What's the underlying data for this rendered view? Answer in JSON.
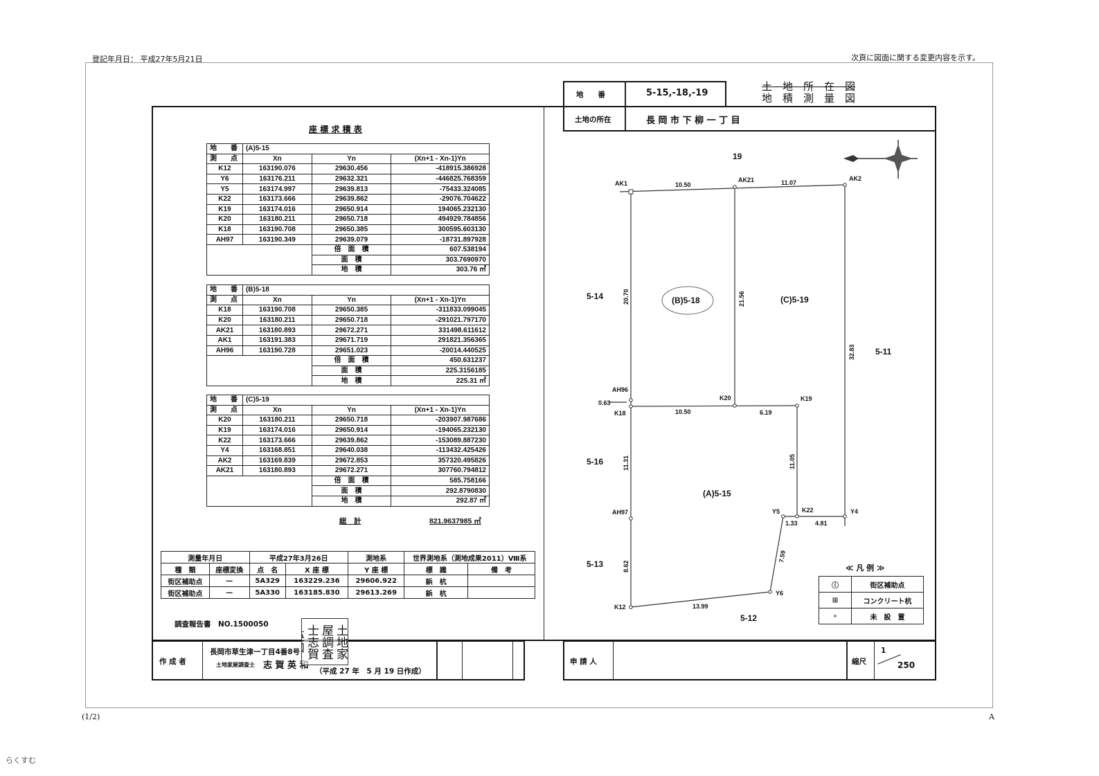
{
  "header": {
    "registration_date": "登記年月日： 平成27年5月21日",
    "next_page_note": "次頁に図面に関する変更内容を示す。",
    "page_number": "(1/2)",
    "corner_mark": "A",
    "watermark": "らくすむ"
  },
  "calc_title": "座 標 求 積 表",
  "columns": {
    "lot": "地　　番",
    "point": "測　　点",
    "xn": "Xn",
    "yn": "Yn",
    "formula": "(Xn+1 - Xn-1)Yn",
    "double_area": "倍　面　積",
    "area": "面　積",
    "land_area": "地　積"
  },
  "tables": [
    {
      "lot": "(A)5-15",
      "rows": [
        [
          "K12",
          "163190.076",
          "29630.456",
          "-418915.386928"
        ],
        [
          "Y6",
          "163176.211",
          "29632.321",
          "-446825.768359"
        ],
        [
          "Y5",
          "163174.997",
          "29639.813",
          "-75433.324085"
        ],
        [
          "K22",
          "163173.666",
          "29639.862",
          "-29076.704622"
        ],
        [
          "K19",
          "163174.016",
          "29650.914",
          "194065.232130"
        ],
        [
          "K20",
          "163180.211",
          "29650.718",
          "494929.784856"
        ],
        [
          "K18",
          "163190.708",
          "29650.385",
          "300595.603130"
        ],
        [
          "AH97",
          "163190.349",
          "29639.079",
          "-18731.897928"
        ]
      ],
      "double_area": "607.538194",
      "area": "303.7690970",
      "land_area": "303.76 ㎡"
    },
    {
      "lot": "(B)5-18",
      "rows": [
        [
          "K18",
          "163190.708",
          "29650.385",
          "-311833.099045"
        ],
        [
          "K20",
          "163180.211",
          "29650.718",
          "-291021.797170"
        ],
        [
          "AK21",
          "163180.893",
          "29672.271",
          "331498.611612"
        ],
        [
          "AK1",
          "163191.383",
          "29671.719",
          "291821.356365"
        ],
        [
          "AH96",
          "163190.728",
          "29651.023",
          "-20014.440525"
        ]
      ],
      "double_area": "450.631237",
      "area": "225.3156185",
      "land_area": "225.31 ㎡"
    },
    {
      "lot": "(C)5-19",
      "rows": [
        [
          "K20",
          "163180.211",
          "29650.718",
          "-203907.987686"
        ],
        [
          "K19",
          "163174.016",
          "29650.914",
          "-194065.232130"
        ],
        [
          "K22",
          "163173.666",
          "29639.862",
          "-153089.887230"
        ],
        [
          "Y4",
          "163168.851",
          "29640.038",
          "-113432.425426"
        ],
        [
          "AK2",
          "163169.839",
          "29672.853",
          "357320.495826"
        ],
        [
          "AK21",
          "163180.893",
          "29672.271",
          "307760.794812"
        ]
      ],
      "double_area": "585.758166",
      "area": "292.8790830",
      "land_area": "292.87 ㎡"
    }
  ],
  "total": {
    "label": "総　計",
    "value": "821.9637985 ㎡"
  },
  "survey": {
    "date_label": "測量年月日",
    "date": "平成27年3月26日",
    "datum_label": "測地系",
    "datum": "世界測地系（測地成果2011）Ⅷ系",
    "headers": [
      "種　類",
      "座標変換",
      "点　名",
      "X 座 標",
      "Y 座 標",
      "標　識",
      "備　考"
    ],
    "rows": [
      [
        "街区補助点",
        "—",
        "5A329",
        "163229.236",
        "29606.922",
        "鋲　杭",
        ""
      ],
      [
        "街区補助点",
        "—",
        "5A330",
        "163185.830",
        "29613.269",
        "鋲　杭",
        ""
      ]
    ]
  },
  "report_no": "調査報告書　NO.1500050",
  "seal": "土地家屋調査士志賀英和",
  "author": {
    "label": "作 成 者",
    "address": "長岡市草生津一丁目4番8号",
    "title": "土地家屋調査士",
    "name": "志 賀 英 和",
    "date": "（平成 27 年　5 月 19 日作成）"
  },
  "lot_info": {
    "lot_label": "地　　番",
    "lot": "5-15,-18,-19",
    "location_label": "土地の所在",
    "location": "長 岡 市 下 柳 一 丁 目",
    "title_struck": "土　地　所　在　図",
    "title": "地　積　測　量　図"
  },
  "applicant": {
    "label": "申 請 人",
    "value": ""
  },
  "scale": {
    "label": "縮尺",
    "numerator": "1",
    "denominator": "250"
  },
  "map": {
    "points": {
      "AK1": "AK1",
      "AK21": "AK21",
      "AK2": "AK2",
      "AH96": "AH96",
      "K18": "K18",
      "K20": "K20",
      "K19": "K19",
      "AH97": "AH97",
      "Y5": "Y5",
      "K22": "K22",
      "Y4": "Y4",
      "Y6": "Y6",
      "K12": "K12"
    },
    "distances": {
      "ak1_ak21": "10.50",
      "ak21_ak2": "11.07",
      "left_top": "20.70",
      "mid": "21.56",
      "right": "32.83",
      "offset": "0.63",
      "k18_k20": "10.50",
      "k20_k19": "6.19",
      "left_mid": "11.31",
      "k19_k22": "11.05",
      "y5_k22": "1.33",
      "k22_y4": "4.81",
      "y5_y6": "7.59",
      "left_bottom": "8.62",
      "k12_y6": "13.99"
    },
    "parcels": {
      "a": "(A)5-15",
      "b": "(B)5-18",
      "c": "(C)5-19"
    },
    "neighbors": {
      "n19": "19",
      "n514": "5-14",
      "n516": "5-16",
      "n513": "5-13",
      "n511": "5-11",
      "n512": "5-12"
    },
    "legend": {
      "title": "≪ 凡 例 ≫",
      "items": [
        {
          "symbol": "ⓘ",
          "label": "街区補助点"
        },
        {
          "symbol": "⊞",
          "label": "コンクリート杭"
        },
        {
          "symbol": "∘",
          "label": "未　設　置"
        }
      ]
    }
  }
}
